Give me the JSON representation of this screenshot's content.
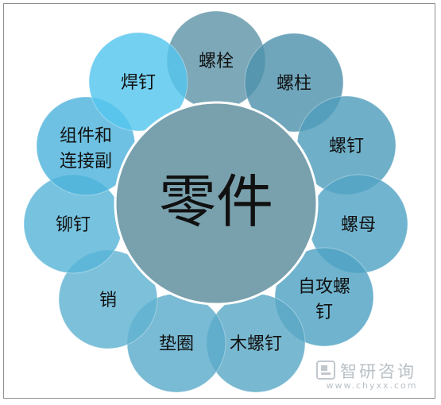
{
  "center": {
    "label": "零件"
  },
  "items": [
    {
      "label": "螺栓",
      "color": "#5f95a8"
    },
    {
      "label": "螺柱",
      "color": "#4f93ad"
    },
    {
      "label": "螺钉",
      "color": "#4f9dbc"
    },
    {
      "label": "螺母",
      "color": "#52a4c4"
    },
    {
      "label": "自攻螺钉",
      "color": "#4fa2c3"
    },
    {
      "label": "木螺钉",
      "color": "#5aa8c6"
    },
    {
      "label": "垫圈",
      "color": "#5cabca"
    },
    {
      "label": "销",
      "color": "#60b2d2"
    },
    {
      "label": "铆钉",
      "color": "#58b4d8"
    },
    {
      "label": "组件和连接副",
      "color": "#4eb3dc"
    },
    {
      "label": "焊钉",
      "color": "#56c6ee"
    }
  ],
  "colors": {
    "center_fill": "#79a0ad",
    "center_border": "#ffffff",
    "text": "#111111"
  },
  "watermark": {
    "name": "智研咨询",
    "url": "www.chyxx.com"
  }
}
